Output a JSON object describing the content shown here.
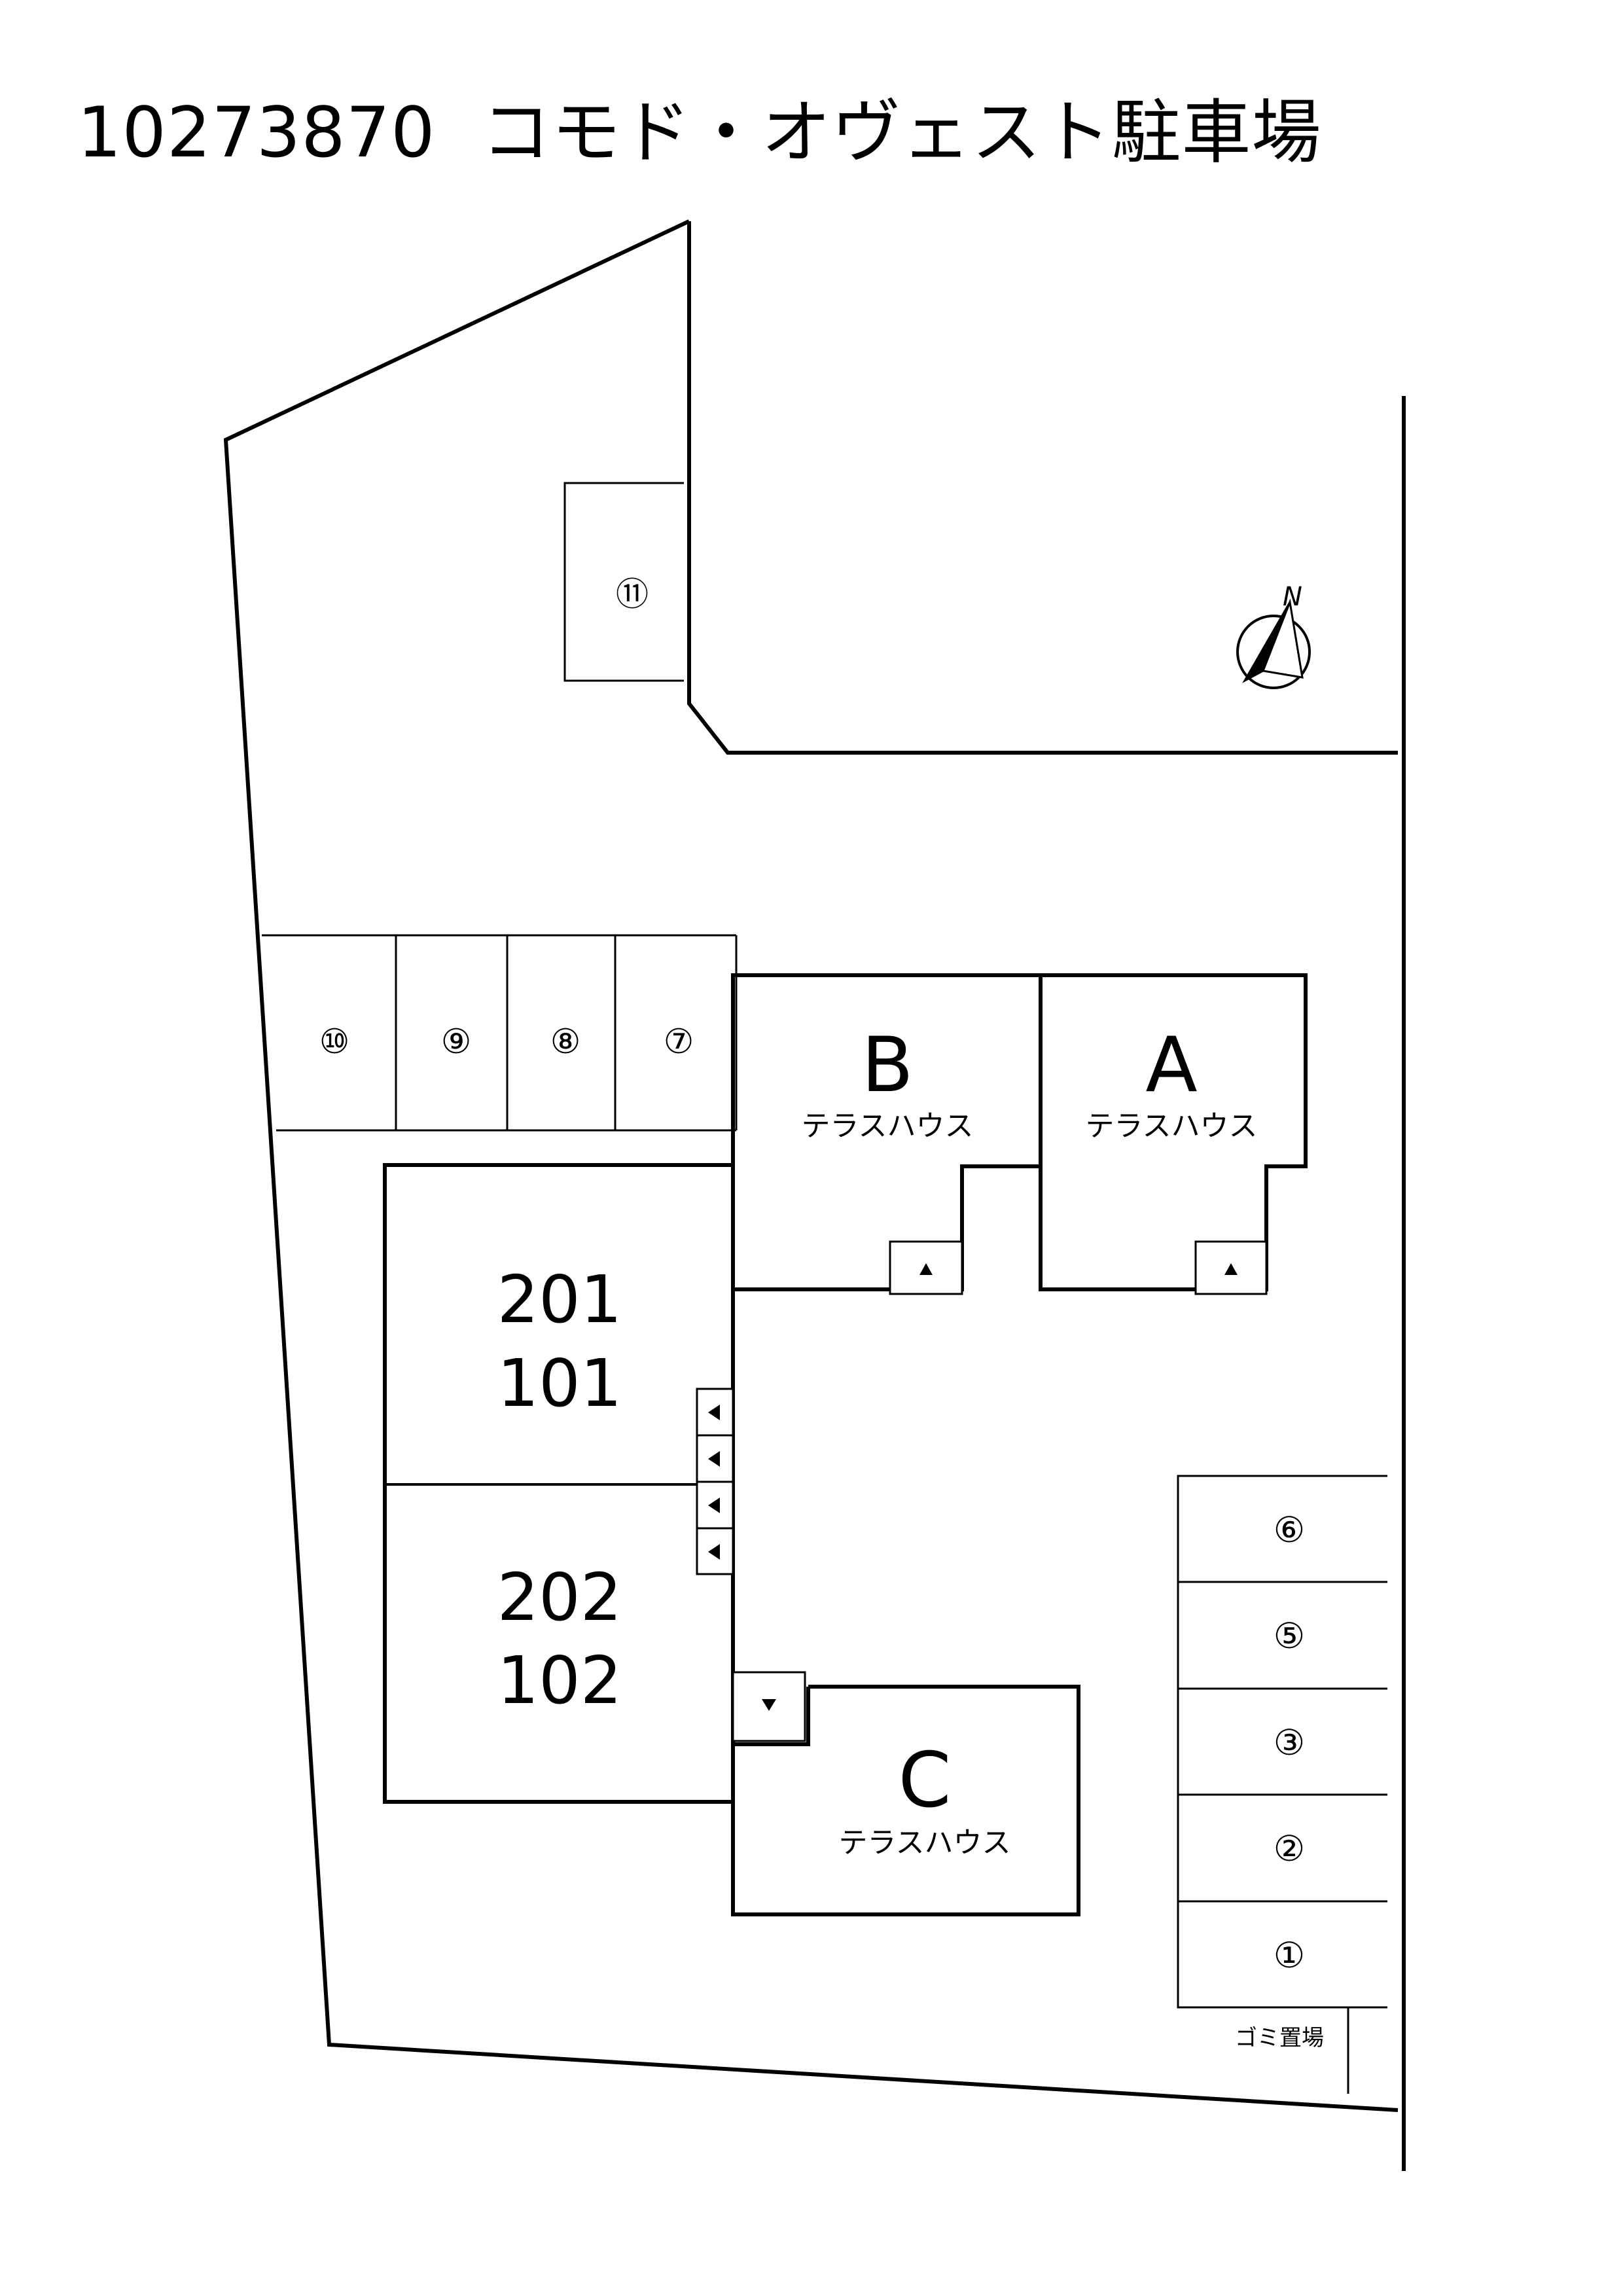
{
  "title": {
    "code": "10273870",
    "name": "コモド・オヴェスト駐車場"
  },
  "compass": {
    "label": "N"
  },
  "parking_spaces": [
    {
      "id": "1",
      "label": "①"
    },
    {
      "id": "2",
      "label": "②"
    },
    {
      "id": "3",
      "label": "③"
    },
    {
      "id": "5",
      "label": "⑤"
    },
    {
      "id": "6",
      "label": "⑥"
    },
    {
      "id": "7",
      "label": "⑦"
    },
    {
      "id": "8",
      "label": "⑧"
    },
    {
      "id": "9",
      "label": "⑨"
    },
    {
      "id": "10",
      "label": "⑩"
    },
    {
      "id": "11",
      "label": "⑪"
    }
  ],
  "buildings": {
    "a": {
      "letter": "A",
      "type": "テラスハウス"
    },
    "b": {
      "letter": "B",
      "type": "テラスハウス"
    },
    "c": {
      "letter": "C",
      "type": "テラスハウス"
    },
    "apt1": {
      "upper": "201",
      "lower": "101"
    },
    "apt2": {
      "upper": "202",
      "lower": "102"
    }
  },
  "garbage_area": {
    "label": "ゴミ置場"
  }
}
